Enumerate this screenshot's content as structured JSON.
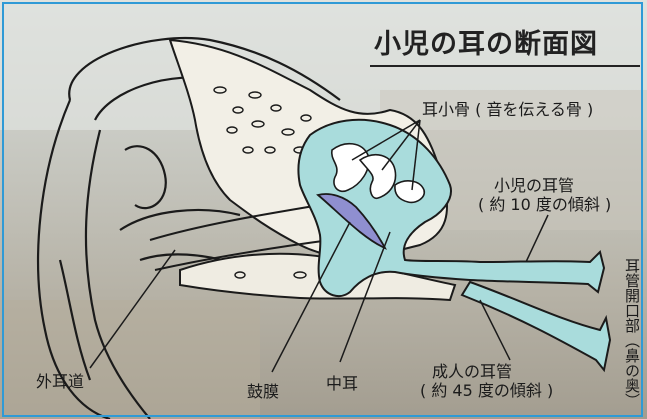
{
  "title": "小児の耳の断面図",
  "labels": {
    "ossicles": "耳小骨 ( 音を伝える骨 )",
    "child_tube_line1": "小児の耳管",
    "child_tube_line2": "( 約 10 度の傾斜 )",
    "adult_tube_line1": "成人の耳管",
    "adult_tube_line2": "( 約 45 度の傾斜 )",
    "ear_canal": "外耳道",
    "eardrum": "鼓膜",
    "middle_ear": "中耳",
    "tube_opening_partial": "耳管開口部（鼻の奥）"
  },
  "colors": {
    "frame": "#2f9ad6",
    "middle_ear_fill": "#a9dcdc",
    "eardrum_fill": "#8f8fd0",
    "bone_fill": "#f2efe6",
    "ink": "#1b1b1b"
  }
}
